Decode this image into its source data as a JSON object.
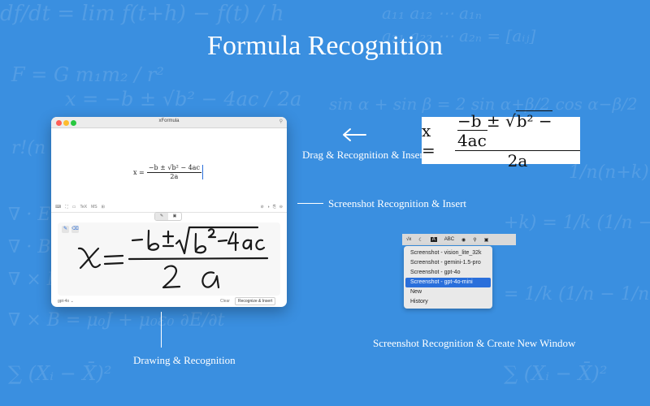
{
  "title": "Formula Recognition",
  "captions": {
    "drag": "Drag & Recognition  & Insert",
    "screenshot": "Screenshot Recognition & Insert",
    "drawing": "Drawing & Recognition",
    "newwindow": "Screenshot Recognition & Create New Window"
  },
  "window": {
    "title": "xFormula",
    "pin_icon": "⚲",
    "preview_formula": {
      "lhs": "x =",
      "numerator": "−b ± √b² − 4ac",
      "denominator": "2a"
    },
    "toolbar_left": [
      "⌨",
      "⛶",
      "▭",
      "TeX",
      "MS",
      "⊞"
    ],
    "toolbar_right": [
      "⊘",
      "◑",
      "⎘",
      "⊖"
    ],
    "segments": [
      "✎",
      "▣"
    ],
    "pen_tools": [
      "✎",
      "⌫"
    ],
    "model": "gpt-4o ⌄",
    "clear_label": "Clear",
    "recognize_label": "Recognize & Insert"
  },
  "big_formula": {
    "lhs": "x =",
    "numerator_pre": "−b ± √",
    "radicand": "b² − 4ac",
    "denominator": "2a"
  },
  "menubar": {
    "items": [
      "√x",
      "☾",
      "A",
      "ABC",
      "◉",
      "⚲",
      "▣"
    ]
  },
  "menu": {
    "items": [
      "Screenshot - vision_lite_32k",
      "Screenshot - gemini-1.5-pro",
      "Screenshot - gpt-4o",
      "Screenshot - gpt-4o-mini",
      "New",
      "History"
    ],
    "selected": "Screenshot - gpt-4o-mini"
  },
  "colors": {
    "background": "#3a8fe0",
    "selection": "#2a6fdb"
  }
}
